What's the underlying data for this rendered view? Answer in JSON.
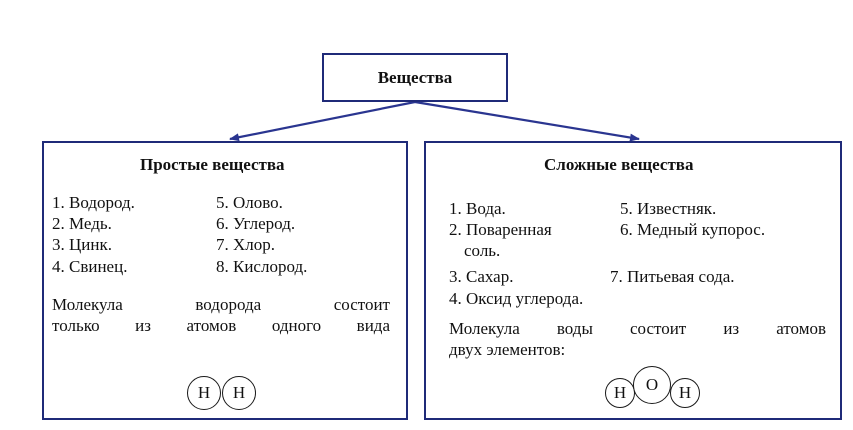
{
  "root": {
    "label": "Вещества"
  },
  "simple": {
    "title": "Простые вещества",
    "col1": [
      "1. Водород.",
      "2. Медь.",
      "3. Цинк.",
      "4. Свинец."
    ],
    "col2": [
      "5. Олово.",
      "6. Углерод.",
      "7. Хлор.",
      "8. Кислород."
    ],
    "description": {
      "line1": "Молекула водорода состоит",
      "line2": "только из атомов одного вида"
    },
    "molecule": [
      "H",
      "H"
    ]
  },
  "complex": {
    "title": "Сложные вещества",
    "col1": [
      "1. Вода.",
      "2. Поваренная",
      "соль.",
      "3. Сахар.",
      "4. Оксид углерода."
    ],
    "col2": [
      "5. Известняк.",
      "6. Медный купорос.",
      "7. Питьевая сода."
    ],
    "description": {
      "line1": "Молекула воды состоит из атомов",
      "line2": "двух элементов:"
    },
    "molecule": [
      "H",
      "O",
      "H"
    ]
  },
  "colors": {
    "border": "#1f2a78",
    "arrow": "#2a3590"
  }
}
